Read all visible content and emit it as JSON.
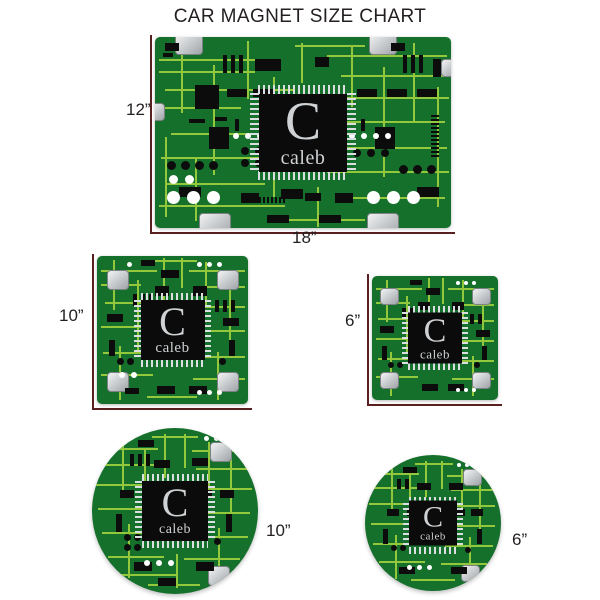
{
  "page": {
    "title": "CAR MAGNET SIZE CHART",
    "background_color": "#ffffff",
    "text_color": "#231f20"
  },
  "design": {
    "monogram_letter": "C",
    "monogram_name": "caleb",
    "pattern_name": "circuit-board",
    "colors": {
      "pcb_green": "#15702c",
      "trace_green": "#93c83d",
      "chip_black": "#0b0b0b",
      "monogram_text": "#cfd2d4",
      "silver": "#c9ced1",
      "edge_line": "#5a1f20"
    }
  },
  "products": [
    {
      "id": "rect-12x18",
      "shape": "rectangle",
      "height_label": "12”",
      "width_label": "18”",
      "label_position": "left-and-bottom"
    },
    {
      "id": "square-10",
      "shape": "square",
      "size_label": "10”",
      "label_position": "left"
    },
    {
      "id": "square-6",
      "shape": "square",
      "size_label": "6”",
      "label_position": "left"
    },
    {
      "id": "circle-10",
      "shape": "circle",
      "size_label": "10”",
      "label_position": "right"
    },
    {
      "id": "circle-6",
      "shape": "circle",
      "size_label": "6”",
      "label_position": "right"
    }
  ]
}
